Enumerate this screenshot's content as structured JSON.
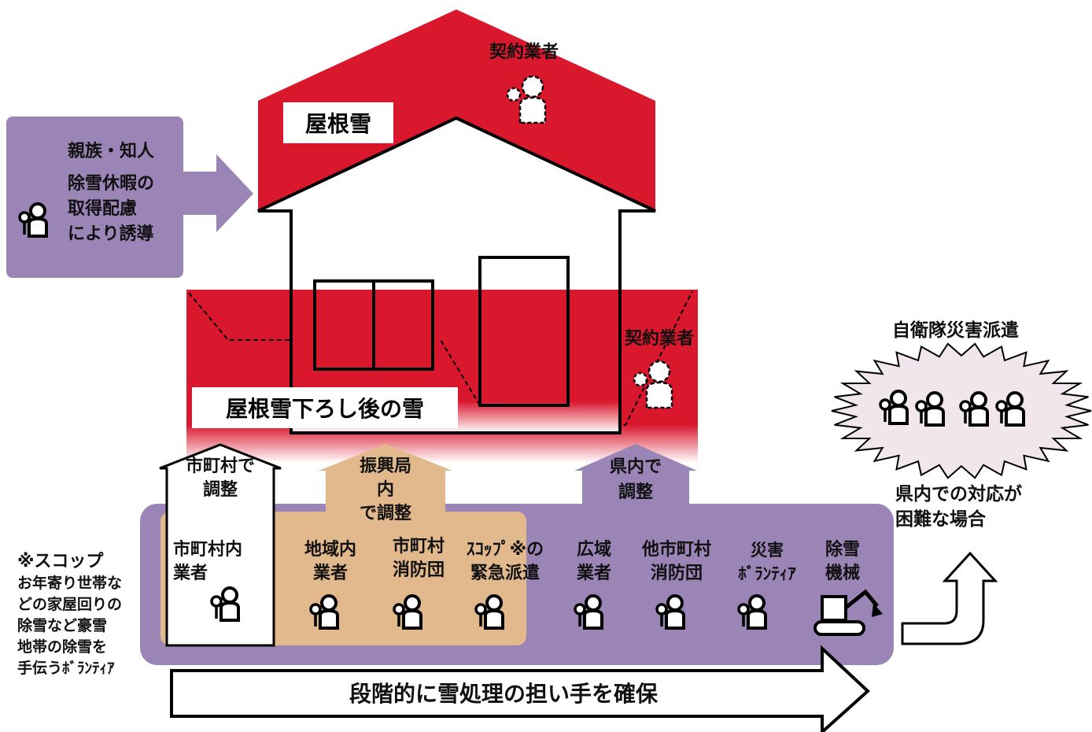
{
  "roof_label": "屋根雪",
  "ground_label": "屋根雪下ろし後の雪",
  "contractor_roof": "契約業者",
  "contractor_ground": "契約業者",
  "relatives": {
    "title": "親族・知人",
    "body": "除雪休暇の\n取得配慮\nにより誘導"
  },
  "arrows_up": [
    {
      "label": "市町村で\n調整"
    },
    {
      "label": "振興局\n内\nで調整"
    },
    {
      "label": "県内で\n調整"
    }
  ],
  "workers": [
    {
      "label": "市町村内\n業者"
    },
    {
      "label": "地域内\n業者"
    },
    {
      "label": "市町村\n消防団"
    },
    {
      "label": "ｽｺｯﾌﾟ※の\n緊急派遣"
    },
    {
      "label": "広域\n業者"
    },
    {
      "label": "他市町村\n消防団"
    },
    {
      "label": "災害\nﾎﾞﾗﾝﾃｨｱ"
    },
    {
      "label": "除雪\n機械"
    }
  ],
  "sdf": {
    "title": "自衛隊災害派遣",
    "condition": "県内での対応が\n困難な場合"
  },
  "note": {
    "head": "※スコップ",
    "body": "お年寄り世帯な\nどの家屋回りの\n除雪など豪雪\n地帯の除雪を\n手伝うﾎﾞﾗﾝﾃｨｱ"
  },
  "bottom_arrow_label": "段階的に雪処理の担い手を確保",
  "colors": {
    "red": "#d9182e",
    "purple": "#9b84b6",
    "tan": "#e2b98c"
  }
}
